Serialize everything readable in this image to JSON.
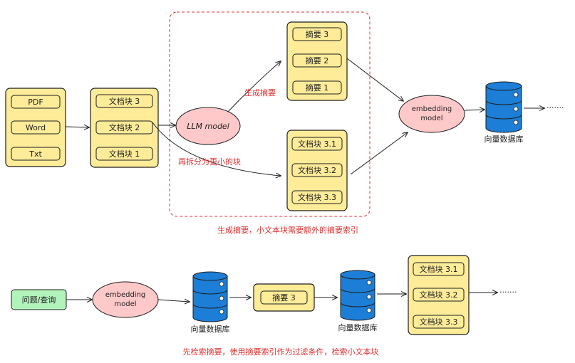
{
  "top": {
    "sources": [
      "PDF",
      "Word",
      "Txt"
    ],
    "chunks": [
      "文档块 3",
      "文档块 2",
      "文档块 1"
    ],
    "llm": "LLM model",
    "summaries": [
      "摘要 3",
      "摘要 2",
      "摘要 1"
    ],
    "subchunks": [
      "文档块 3.1",
      "文档块 3.2",
      "文档块 3.3"
    ],
    "label_summarize": "生成摘要",
    "label_split": "再拆分为更小的块",
    "embedding_line1": "embedding",
    "embedding_line2": "model",
    "db_label": "向量数据库",
    "continuation": "·······",
    "caption": "生成摘要，小文本块需要额外的摘要索引"
  },
  "bottom": {
    "query": "问题/查询",
    "embedding_line1": "embedding",
    "embedding_line2": "model",
    "db1_label": "向量数据库",
    "summary": "摘要 3",
    "db2_label": "向量数据库",
    "results": [
      "文档块 3.1",
      "文档块 3.2",
      "文档块 3.3"
    ],
    "continuation": "·······",
    "caption": "先检索摘要，使用摘要索引作为过滤条件，检索小文本块"
  },
  "colors": {
    "container_fill": "#ffec99",
    "ellipse_fill": "#ffc9c9",
    "query_fill": "#b2f2bb",
    "database_fill": "#1c7ed6",
    "annotation_red": "#e03131"
  }
}
